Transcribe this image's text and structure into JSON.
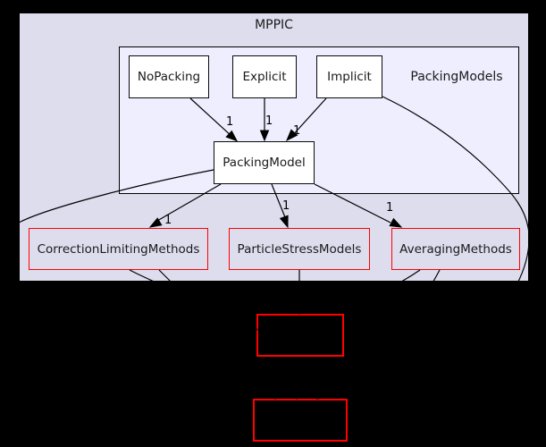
{
  "diagram": {
    "outer_cluster": {
      "label": "MPPIC"
    },
    "inner_cluster": {
      "label": "PackingModels"
    },
    "nodes": {
      "nopacking": {
        "label": "NoPacking"
      },
      "explicit": {
        "label": "Explicit"
      },
      "implicit": {
        "label": "Implicit"
      },
      "packing_model": {
        "label": "PackingModel"
      },
      "correction_limiting_methods": {
        "label": "CorrectionLimitingMethods"
      },
      "particle_stress_models": {
        "label": "ParticleStressModels"
      },
      "averaging_methods": {
        "label": "AveragingMethods"
      },
      "hidden_node_1": {
        "label": ""
      },
      "hidden_node_2": {
        "label": ""
      }
    },
    "edge_labels": {
      "nopacking_to_packingmodel": "1",
      "explicit_to_packingmodel": "1",
      "implicit_to_packingmodel": "1",
      "packingmodel_to_correctionlimiting": "1",
      "packingmodel_to_particlestress": "1",
      "packingmodel_to_averaging": "1"
    },
    "colors": {
      "background": "#000000",
      "outer_cluster_fill": "#ddddee",
      "inner_cluster_fill": "#eeeeff",
      "node_fill": "#ffffff",
      "node_border": "#000000",
      "highlight_border": "#ff0000",
      "edge": "#000000",
      "text": "#1a1a1a"
    }
  }
}
